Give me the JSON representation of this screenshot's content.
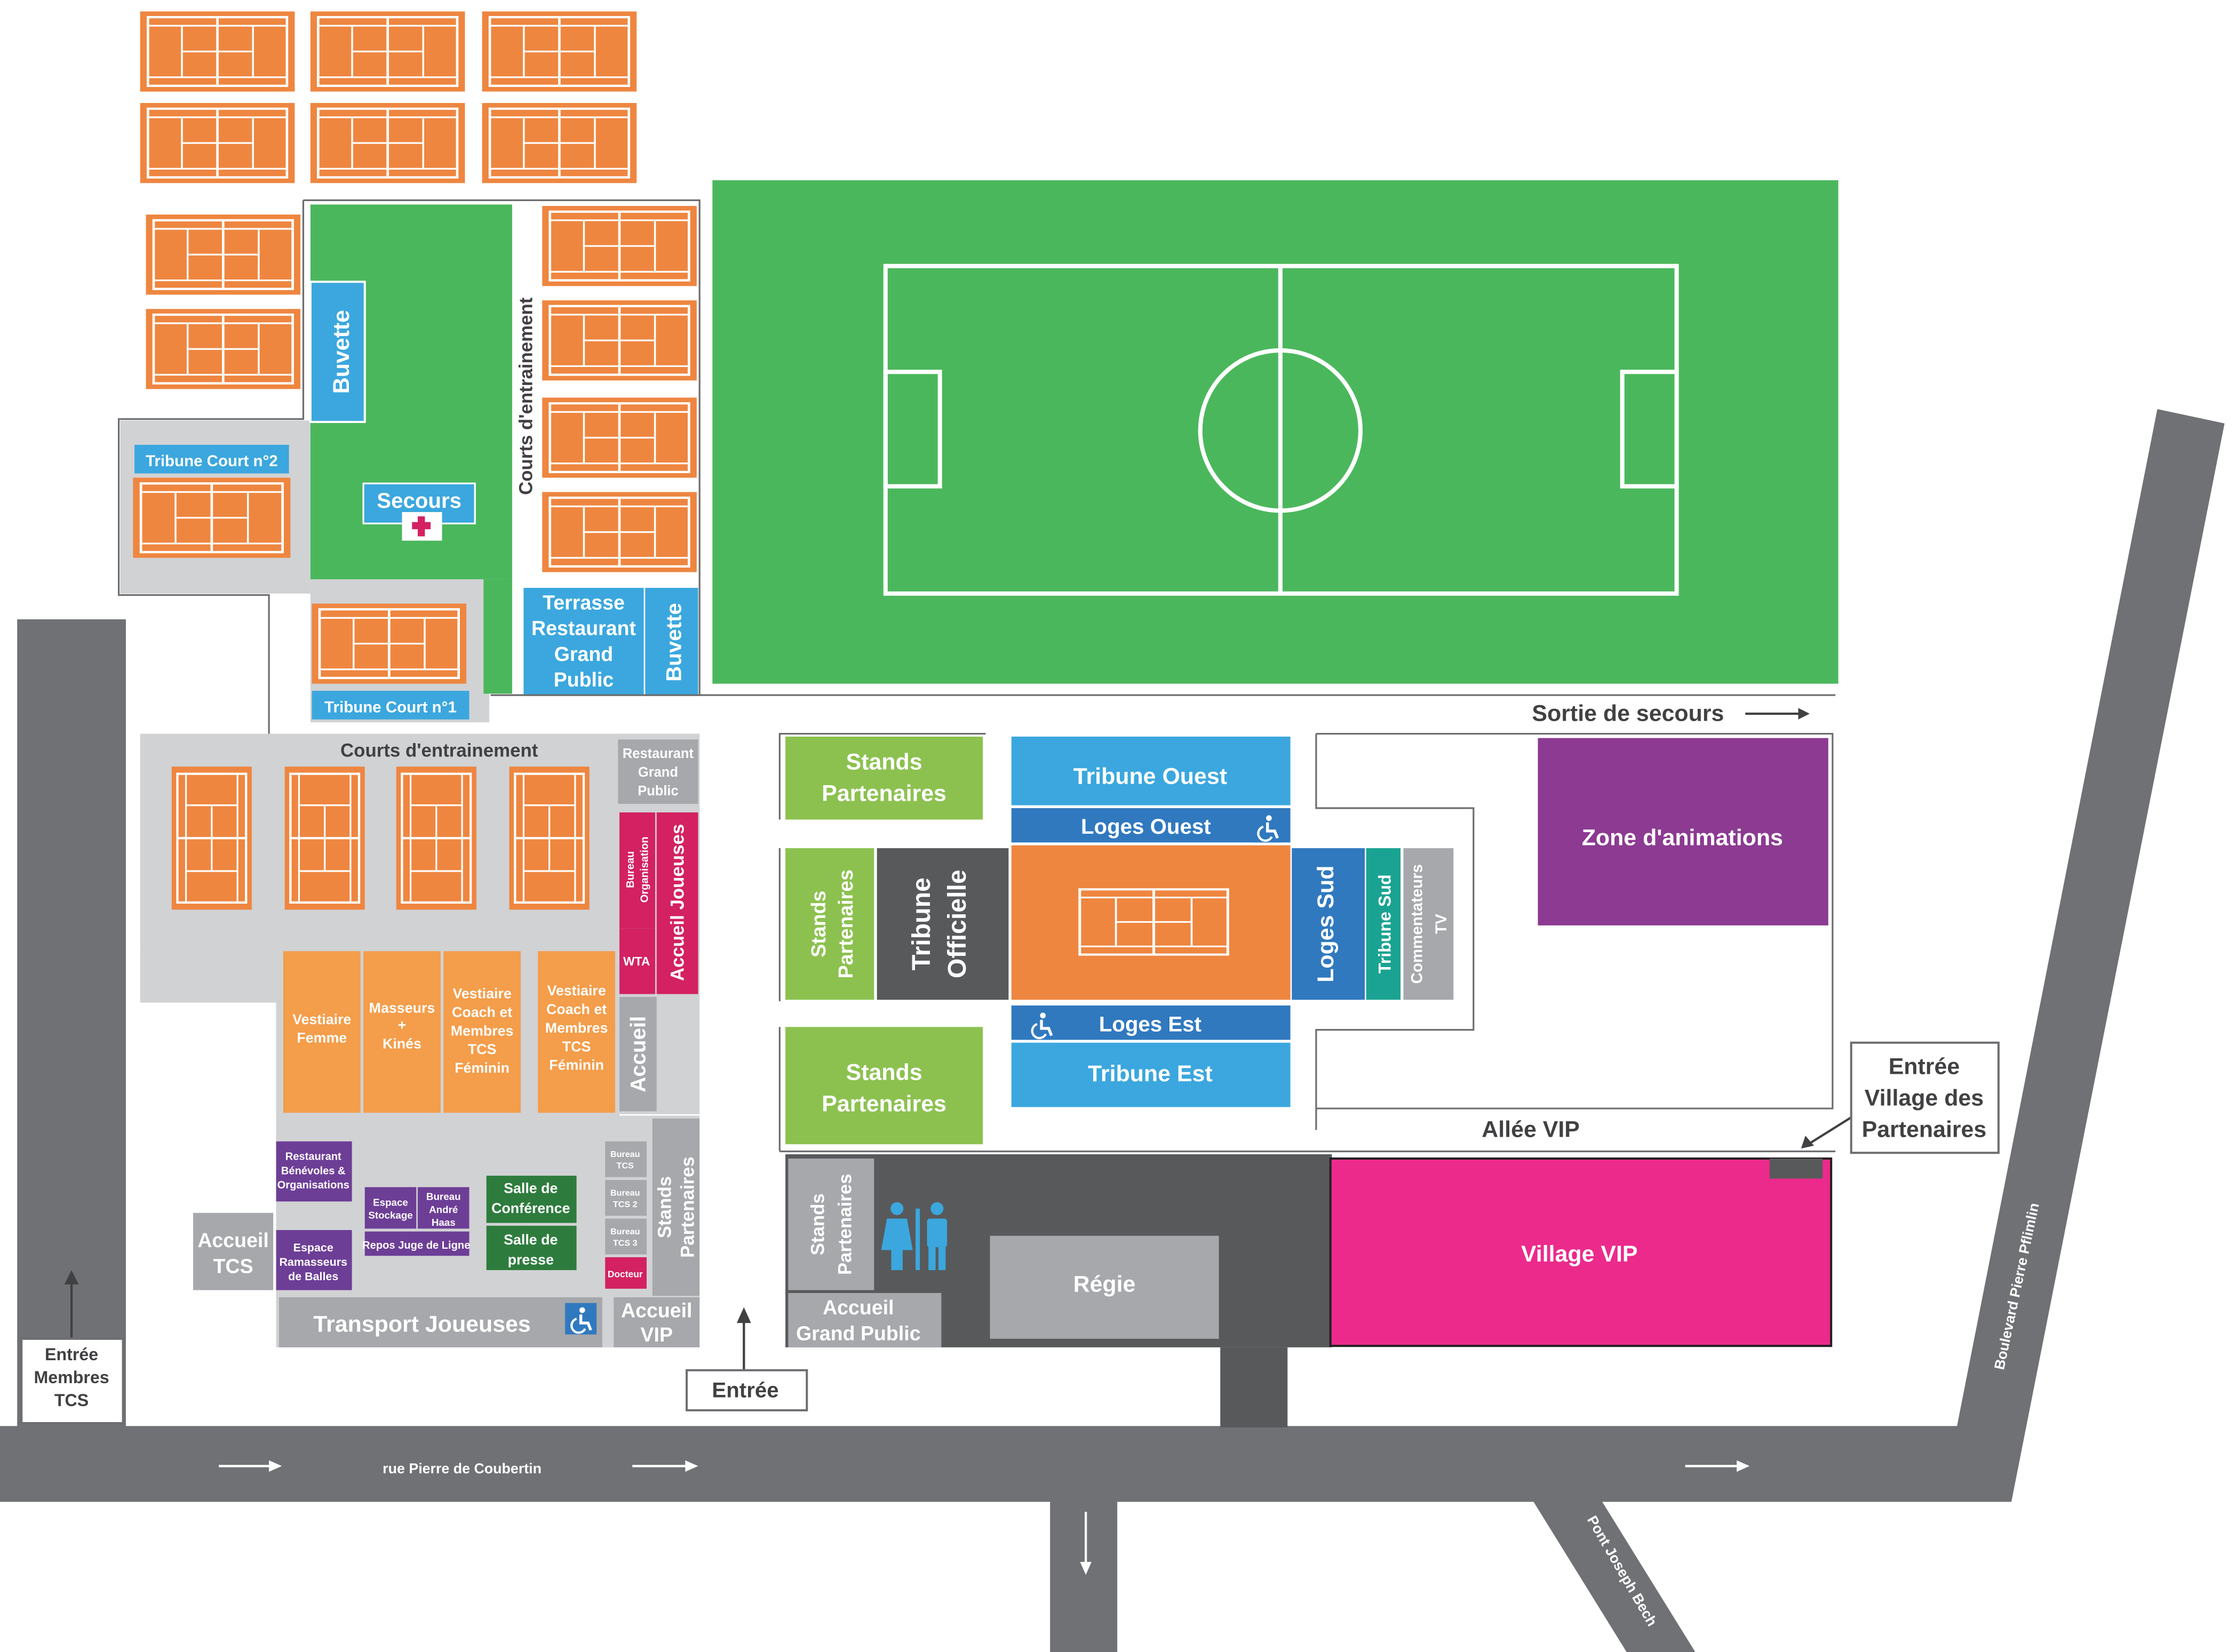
{
  "colors": {
    "clay": "#ee8640",
    "grass": "#4bb75c",
    "blue": "#3ba7de",
    "dark_blue": "#3079bf",
    "teal": "#1aa392",
    "green_light": "#8cc150",
    "purple": "#8c3a92",
    "purple_dark": "#6d3e96",
    "pink": "#eb2a8b",
    "crimson": "#d32161",
    "orange_light": "#f49d4a",
    "road": "#707174",
    "light_gray": "#d1d2d4",
    "mid_gray": "#a6a8ab",
    "dark_gray": "#58595b",
    "green_dark": "#2e7c3d"
  },
  "labels": {
    "buvette_1": "Buvette",
    "buvette_2": "Buvette",
    "tribune_court_2": "Tribune Court n°2",
    "tribune_court_1": "Tribune Court n°1",
    "secours": "Secours",
    "courts_entrainement_vertical": "Courts d'entrainement",
    "courts_entrainement": "Courts d'entrainement",
    "terrasse": [
      "Terrasse",
      "Restaurant",
      "Grand",
      "Public"
    ],
    "restaurant_grand_public": [
      "Restaurant",
      "Grand",
      "Public"
    ],
    "bureau_organisation": [
      "Bureau",
      "Organisation"
    ],
    "wta": "WTA",
    "accueil_joueuses": "Accueil Joueuses",
    "accueil": "Accueil",
    "vestiaire_femme": [
      "Vestiaire",
      "Femme"
    ],
    "masseurs": [
      "Masseurs",
      "+",
      "Kinés"
    ],
    "vestiaire_coach_1": [
      "Vestiaire",
      "Coach et",
      "Membres",
      "TCS",
      "Féminin"
    ],
    "vestiaire_coach_2": [
      "Vestiaire",
      "Coach et",
      "Membres",
      "TCS",
      "Féminin"
    ],
    "restaurant_benevoles": [
      "Restaurant",
      "Bénévoles &",
      "Organisations"
    ],
    "espace_stockage": [
      "Espace",
      "Stockage"
    ],
    "bureau_andre_haas": [
      "Bureau",
      "André",
      "Haas"
    ],
    "repos_juge": "Repos Juge de Ligne",
    "salle_conference": [
      "Salle de",
      "Conférence"
    ],
    "salle_presse": [
      "Salle de",
      "presse"
    ],
    "bureau_tcs": [
      "Bureau",
      "TCS"
    ],
    "bureau_tcs2": [
      "Bureau",
      "TCS 2"
    ],
    "bureau_tcs3": [
      "Bureau",
      "TCS 3"
    ],
    "docteur": "Docteur",
    "stands_partenaires_left": [
      "Stands",
      "Partenaires"
    ],
    "espace_ramasseurs": [
      "Espace",
      "Ramasseurs",
      "de Balles"
    ],
    "accueil_tcs": [
      "Accueil",
      "TCS"
    ],
    "transport_joueuses": "Transport Joueuses",
    "accueil_vip": [
      "Accueil",
      "VIP"
    ],
    "entree_membres": [
      "Entrée",
      "Membres",
      "TCS"
    ],
    "entree": "Entrée",
    "rue": "rue Pierre de Coubertin",
    "boulevard": "Boulevard Pierre Pflimlin",
    "pont": "Pont Joseph Bech",
    "sortie_secours": "Sortie de secours",
    "stands_partenaires_1": [
      "Stands",
      "Partenaires"
    ],
    "stands_partenaires_2": [
      "Stands",
      "Partenaires"
    ],
    "stands_partenaires_3": [
      "Stands",
      "Partenaires"
    ],
    "stands_partenaires_4": [
      "Stands",
      "Partenaires"
    ],
    "tribune_officielle": [
      "Tribune",
      "Officielle"
    ],
    "tribune_ouest": "Tribune Ouest",
    "loges_ouest": "Loges Ouest",
    "loges_est": "Loges Est",
    "tribune_est": "Tribune Est",
    "loges_sud": "Loges Sud",
    "tribune_sud": "Tribune Sud",
    "commentateurs": [
      "Commentateurs",
      "TV"
    ],
    "zone_animations": "Zone d'animations",
    "allee_vip": "Allée VIP",
    "entree_village": [
      "Entrée",
      "Village des",
      "Partenaires"
    ],
    "village_vip": "Village VIP",
    "regie": "Régie",
    "accueil_grand_public": [
      "Accueil",
      "Grand Public"
    ]
  }
}
